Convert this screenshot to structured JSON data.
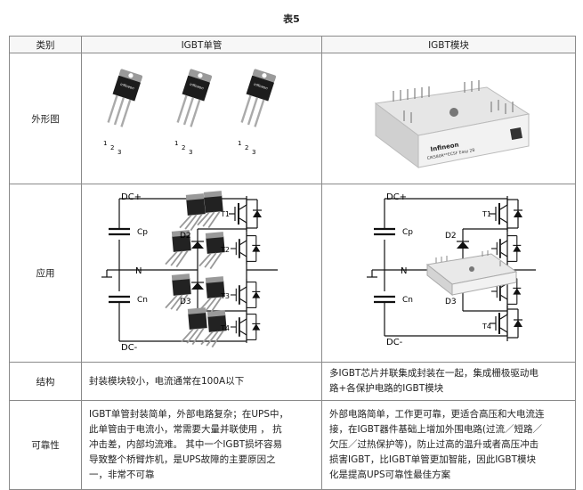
{
  "caption": "表5",
  "headers": {
    "category": "类别",
    "single": "IGBT单管",
    "module": "IGBT模块"
  },
  "rows": {
    "appearance": {
      "label": "外形图",
      "single_pins": [
        "1",
        "2",
        "3"
      ],
      "single_brand": "infineon",
      "module_brand": "Infineon",
      "module_part": "CIKS80R**ECSF Easy 2B"
    },
    "application": {
      "label": "应用",
      "circuit": {
        "dc_plus": "DC+",
        "dc_minus": "DC-",
        "neutral": "N",
        "cp": "Cp",
        "cn": "Cn",
        "d2": "D2",
        "d3": "D3",
        "t1": "T1",
        "t2": "T2",
        "t3": "T3",
        "t4": "T4"
      }
    },
    "structure": {
      "label": "结构",
      "single": "封装模块较小，电流通常在100A以下",
      "module_lines": [
        "多IGBT芯片并联集成封装在一起，集成栅极驱动电",
        "路+各保护电路的IGBT模块"
      ]
    },
    "reliability": {
      "label": "可靠性",
      "single_lines": [
        "IGBT单管封装简单，外部电路复杂；在UPS中，",
        "此单管由于电流小，常需要大量并联使用 ， 抗",
        "冲击差，内部均流难。 其中一个IGBT损坏容易",
        "导致整个桥臂炸机，是UPS故障的主要原因之",
        "一，非常不可靠"
      ],
      "module_lines": [
        "外部电路简单，工作更可靠，更适合高压和大电流连",
        "接，在IGBT器件基础上增加外围电路(过流／短路／",
        "欠压／过热保护等)，防止过高的温升或者高压冲击",
        "损害IGBT，比IGBT单管更加智能，因此IGBT模块",
        "化是提高UPS可靠性最佳方案"
      ]
    }
  }
}
